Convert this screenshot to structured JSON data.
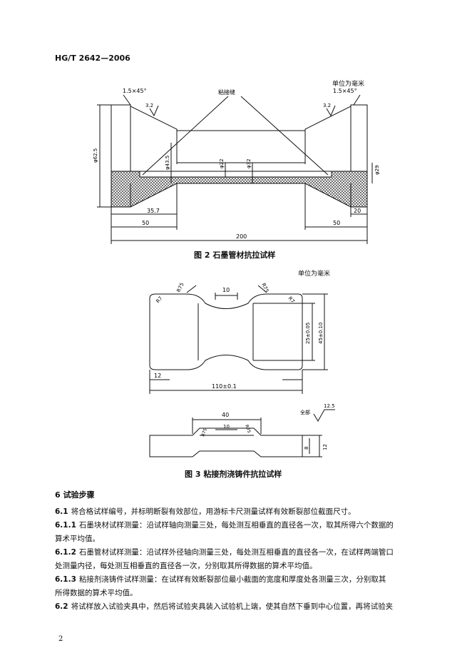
{
  "header": {
    "standard_code": "HG/T 2642—2006"
  },
  "figure2": {
    "unit_note": "单位为毫米",
    "caption": "图 2   石墨管材抗拉试样",
    "labels": {
      "chamfer_left": "1.5×45°",
      "chamfer_right": "1.5×45°",
      "roughness_left": "3.2",
      "roughness_right": "3.2",
      "bond_seam": "粘接缝",
      "d_outer": "φ62.5",
      "d_mid": "φ43.5",
      "d_inner": "φ22",
      "d_bore": "φ32",
      "d_right": "φ29",
      "len_35_7": "35.7",
      "len_50_left": "50",
      "len_50_right": "50",
      "len_20": "20",
      "len_200": "200"
    }
  },
  "figure3": {
    "unit_note": "单位为毫米",
    "caption": "图 3   粘接剂浇铸件抗拉试样",
    "labels": {
      "r75_left": "R75",
      "r75_right": "R75",
      "r7_left": "R7",
      "r7_right": "R7",
      "w10": "10",
      "h25": "25±0.05",
      "h45": "45±0.10",
      "w12": "12",
      "l110": "110±0.1",
      "all_rough": "全部",
      "rough_val": "12.5",
      "l40": "40",
      "r75_side_left": "R75",
      "r75_side_right": "R75",
      "w10_side": "10",
      "t8": "8",
      "t12": "12"
    }
  },
  "section": {
    "heading": "6   试验步骤",
    "paragraphs": [
      {
        "num": "6.1",
        "lines": [
          "将合格试样编号，并标明断裂有效部位，用游标卡尺测量试样有效断裂部位截面尺寸。"
        ]
      },
      {
        "num": "6.1.1",
        "lines": [
          "石墨块材试样测量：沿试样轴向测量三处，每处测互相垂直的直径各一次，取其所得六个数据的",
          "算术平均值。"
        ]
      },
      {
        "num": "6.1.2",
        "lines": [
          "石墨管材试样测量：沿试样外径轴向测量三处，每处测互相垂直的直径各一次，在试样两端管口",
          "处测量内径，每处测互相垂直的直径各一次，分别取其所得数据的算术平均值。"
        ]
      },
      {
        "num": "6.1.3",
        "lines": [
          "粘接剂浇铸件试样测量：在试样有效断裂部位最小截面的宽度和厚度处各测量三次，分别取其",
          "所得数据的算术平均值。"
        ]
      },
      {
        "num": "6.2",
        "lines": [
          "将试样放入试验夹具中，然后将试验夹具装入试验机上端，使其自然下垂到中心位置，再将试验夹"
        ]
      }
    ]
  },
  "footer": {
    "page_number": "2"
  }
}
